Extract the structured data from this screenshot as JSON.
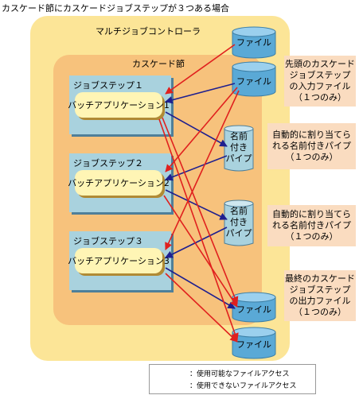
{
  "title": "カスケード節にカスケードジョブステップが３つある場合",
  "multi_controller": {
    "label": "マルチジョブコントローラ"
  },
  "cascade_node": {
    "label": "カスケード節"
  },
  "steps": [
    {
      "label": "ジョブステップ１",
      "app": "バッチアプリケーション1"
    },
    {
      "label": "ジョブステップ２",
      "app": "バッチアプリケーション2"
    },
    {
      "label": "ジョブステップ３",
      "app": "バッチアプリケーション3"
    }
  ],
  "files": [
    "ファイル",
    "ファイル",
    "ファイル",
    "ファイル"
  ],
  "pipes": [
    "名前\n付き\nパイプ",
    "名前\n付き\nパイプ"
  ],
  "notes": [
    "先頭のカスケード\nジョブステップ\nの入力ファイル\n（１つのみ）",
    "自動的に割り当てら\nれる名前付きパイプ\n（１つのみ）",
    "自動的に割り当てら\nれる名前付きパイプ\n（１つのみ）",
    "最終のカスケード\nジョブステップ\nの出力ファイル\n（１つのみ）"
  ],
  "legend": {
    "allowed": "：使用可能なファイルアクセス",
    "denied": "：使用できないファイルアクセス"
  },
  "colors": {
    "allowed_arrow": "#1f1f8f",
    "denied_arrow": "#e0201e"
  }
}
